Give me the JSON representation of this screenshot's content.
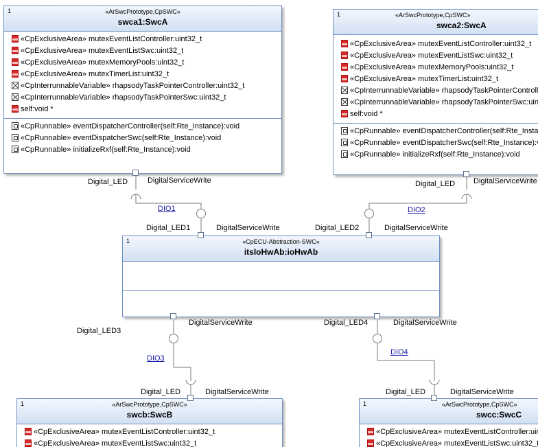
{
  "components": {
    "swca1": {
      "multiplicity": "1",
      "stereotype": "«ArSwcPrototype,CpSWC»",
      "name": "swca1:SwcA",
      "attributes": [
        {
          "icon": "exclusive-area-icon",
          "text": "«CpExclusiveArea» mutexEventListController:uint32_t"
        },
        {
          "icon": "exclusive-area-icon",
          "text": "«CpExclusiveArea» mutexEventListSwc:uint32_t"
        },
        {
          "icon": "exclusive-area-icon",
          "text": "«CpExclusiveArea» mutexMemoryPools:uint32_t"
        },
        {
          "icon": "exclusive-area-icon",
          "text": "«CpExclusiveArea» mutexTimerList:uint32_t"
        },
        {
          "icon": "interrunnable-variable-icon",
          "text": "«CpInterrunnableVariable» rhapsodyTaskPointerController:uint32_t"
        },
        {
          "icon": "interrunnable-variable-icon",
          "text": "«CpInterrunnableVariable» rhapsodyTaskPointerSwc:uint32_t"
        },
        {
          "icon": "attribute-icon",
          "text": "self:void *"
        }
      ],
      "operations": [
        {
          "icon": "runnable-icon",
          "text": "«CpRunnable» eventDispatcherController(self:Rte_Instance):void"
        },
        {
          "icon": "runnable-icon",
          "text": "«CpRunnable» eventDispatcherSwc(self:Rte_Instance):void"
        },
        {
          "icon": "runnable-icon",
          "text": "«CpRunnable» initializeRxf(self:Rte_Instance):void"
        }
      ]
    },
    "swca2": {
      "multiplicity": "1",
      "stereotype": "«ArSwcPrototype,CpSWC»",
      "name": "swca2:SwcA",
      "attributes": [
        {
          "icon": "exclusive-area-icon",
          "text": "«CpExclusiveArea» mutexEventListController:uint32_t"
        },
        {
          "icon": "exclusive-area-icon",
          "text": "«CpExclusiveArea» mutexEventListSwc:uint32_t"
        },
        {
          "icon": "exclusive-area-icon",
          "text": "«CpExclusiveArea» mutexMemoryPools:uint32_t"
        },
        {
          "icon": "exclusive-area-icon",
          "text": "«CpExclusiveArea» mutexTimerList:uint32_t"
        },
        {
          "icon": "interrunnable-variable-icon",
          "text": "«CpInterrunnableVariable» rhapsodyTaskPointerControlle"
        },
        {
          "icon": "interrunnable-variable-icon",
          "text": "«CpInterrunnableVariable» rhapsodyTaskPointerSwc:uin"
        },
        {
          "icon": "attribute-icon",
          "text": "self:void *"
        }
      ],
      "operations": [
        {
          "icon": "runnable-icon",
          "text": "«CpRunnable» eventDispatcherController(self:Rte_Insta"
        },
        {
          "icon": "runnable-icon",
          "text": "«CpRunnable» eventDispatcherSwc(self:Rte_Instance):v"
        },
        {
          "icon": "runnable-icon",
          "text": "«CpRunnable» initializeRxf(self:Rte_Instance):void"
        }
      ]
    },
    "iohwab": {
      "multiplicity": "1",
      "stereotype": "«CpECU-Abstraction-SWC»",
      "name": "itsIoHwAb:ioHwAb"
    },
    "swcb": {
      "multiplicity": "1",
      "stereotype": "«ArSwcPrototype,CpSWC»",
      "name": "swcb:SwcB",
      "attributes": [
        {
          "icon": "exclusive-area-icon",
          "text": "«CpExclusiveArea» mutexEventListController:uint32_t"
        },
        {
          "icon": "exclusive-area-icon",
          "text": "«CpExclusiveArea» mutexEventListSwc:uint32_t"
        }
      ]
    },
    "swcc": {
      "multiplicity": "1",
      "stereotype": "«ArSwcPrototype,CpSWC»",
      "name": "swcc:SwcC",
      "attributes": [
        {
          "icon": "exclusive-area-icon",
          "text": "«CpExclusiveArea» mutexEventListController:uin"
        },
        {
          "icon": "exclusive-area-icon",
          "text": "«CpExclusiveArea» mutexEventListSwc:uint32_t"
        }
      ]
    }
  },
  "port_labels": {
    "swca1_port": "Digital_LED",
    "swca1_iface": "DigitalServiceWrite",
    "swca2_port": "Digital_LED",
    "swca2_iface": "DigitalServiceWrite",
    "io_led1": "Digital_LED1",
    "io_led1_iface": "DigitalServiceWrite",
    "io_led2": "Digital_LED2",
    "io_led2_iface": "DigitalServiceWrite",
    "io_led3": "Digital_LED3",
    "io_led3_iface": "DigitalServiceWrite",
    "io_led4": "Digital_LED4",
    "io_led4_iface": "DigitalServiceWrite",
    "swcb_port": "Digital_LED",
    "swcb_iface": "DigitalServiceWrite",
    "swcc_port": "Digital_LED",
    "swcc_iface": "DigitalServiceWrite"
  },
  "connectors": {
    "dio1": "DIO1",
    "dio2": "DIO2",
    "dio3": "DIO3",
    "dio4": "DIO4"
  },
  "colors": {
    "box_border": "#6f8fbf",
    "header_top": "#f3f7fd",
    "header_bottom": "#d2e0f3",
    "connector_link": "#1a1aa8",
    "wire": "#7a7a7a"
  }
}
